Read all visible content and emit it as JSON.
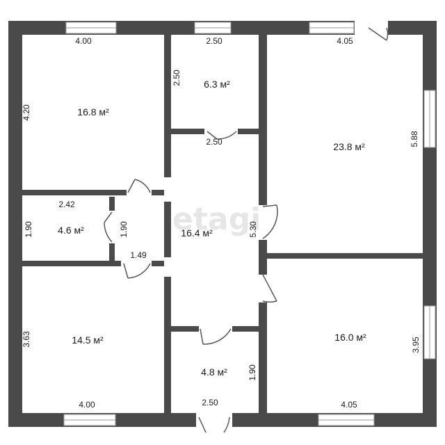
{
  "watermark": "etagi",
  "colors": {
    "wall": "#4a4a4a",
    "window": "#ffffff",
    "door": "#555555",
    "background": "#ffffff"
  },
  "rooms": [
    {
      "id": "room-top-left",
      "area": "16.8 м²",
      "width": "4.00",
      "height": "4.20"
    },
    {
      "id": "room-top-small",
      "area": "6.3 м²",
      "width": "2.50",
      "height": "2.50"
    },
    {
      "id": "room-top-right",
      "area": "23.8 м²",
      "width": "4.05",
      "height": "5.88"
    },
    {
      "id": "room-small-left",
      "area": "4.6 м²",
      "width": "2.42",
      "height": "1.90"
    },
    {
      "id": "room-vestibule",
      "width": "1.49",
      "height": "1.90"
    },
    {
      "id": "room-hall",
      "area": "16.4 м²",
      "width": "2.50",
      "height": "5.30"
    },
    {
      "id": "room-bottom-left",
      "area": "14.5 м²",
      "width": "4.00",
      "height": "3.63"
    },
    {
      "id": "room-bottom-small",
      "area": "4.8 м²",
      "width": "2.50",
      "height": "1.90"
    },
    {
      "id": "room-bottom-right",
      "area": "16.0 м²",
      "width": "4.05",
      "height": "3.95"
    }
  ]
}
